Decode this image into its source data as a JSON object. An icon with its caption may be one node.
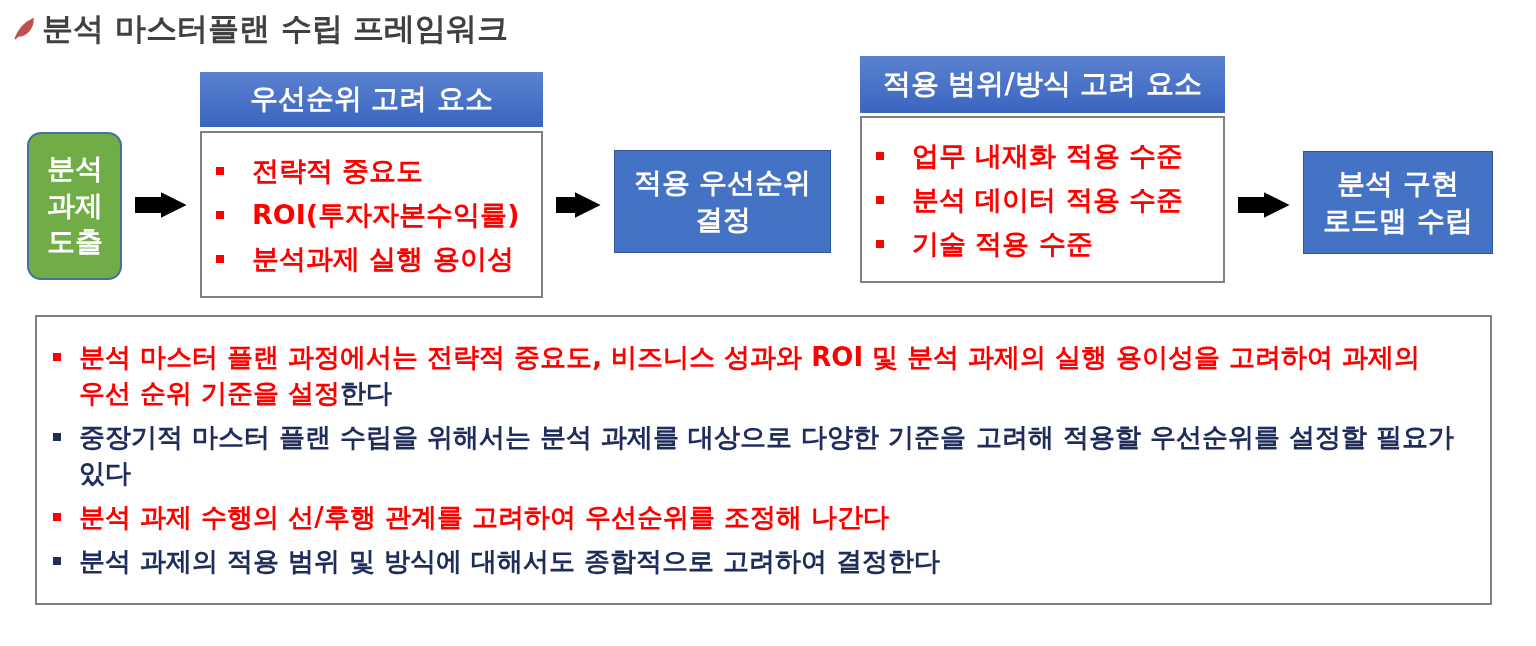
{
  "diagram": {
    "title": "분석 마스터플랜 수립 프레임워크",
    "nodes": [
      {
        "text": [
          "분석 과제 도출"
        ]
      },
      {
        "text": [
          "우선순위 고려 요소"
        ]
      },
      {
        "text": [
          "전략적 중요도",
          "ROI(투자자본수익률)",
          "분석과제 실행 용이성"
        ]
      },
      {
        "text": [
          "적용 우선순위 결정"
        ]
      },
      {
        "text": [
          "적용 범위/방식 고려 요소"
        ]
      },
      {
        "text": [
          "업무 내재화 적용 수준",
          "분석 데이터 적용 수준",
          "기술 적용 수준"
        ]
      },
      {
        "text": [
          "분석 구현 로드맵 수립"
        ]
      },
      {
        "text": [
          "**분석 마스터 플랜 과정에서는 전략적 중요도, 비즈니스 성과와 ROI 및 분석 과제의 실행 용이성을 고려하여 과제의 우선 순위 기준을 설정**한다",
          "중장기적 마스터 플랜 수립을 위해서는 분석 과제를 대상으로 다양한 기준을 고려해 적용할 우선순위를 설정할 필요가 있다",
          "**분석 과제 수행의 선/후행 관계를 고려하여 우선순위를 조정해 나간다**",
          "분석 과제의 적용 범위 및 방식에 대해서도 종합적으로 고려하여 결정한다"
        ]
      }
    ],
    "edges": [
      {
        "from": 0,
        "to": 2,
        "arrow": "to"
      },
      {
        "from": 2,
        "to": 3,
        "arrow": "to"
      },
      {
        "from": 5,
        "to": 6,
        "arrow": "to"
      }
    ]
  }
}
